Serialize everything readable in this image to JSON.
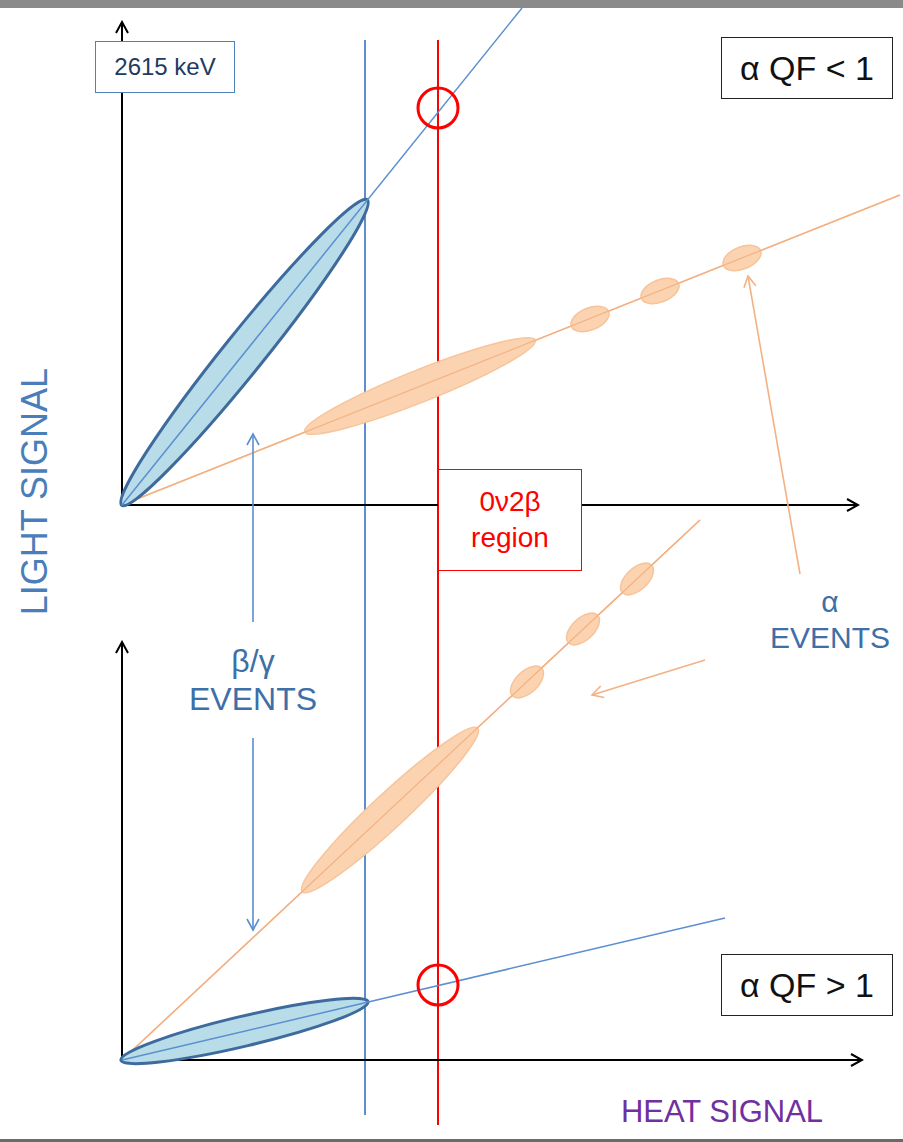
{
  "diagram": {
    "nodes": [
      {
        "text": [
          "2615 keV"
        ]
      },
      {
        "text": [
          "α QF < 1"
        ]
      },
      {
        "text": [
          "0ν2β region"
        ]
      },
      {
        "text": [
          "α QF > 1"
        ]
      }
    ],
    "labels": [
      "LIGHT SIGNAL",
      "β/γ EVENTS",
      "α EVENTS",
      "HEAT SIGNAL"
    ]
  }
}
